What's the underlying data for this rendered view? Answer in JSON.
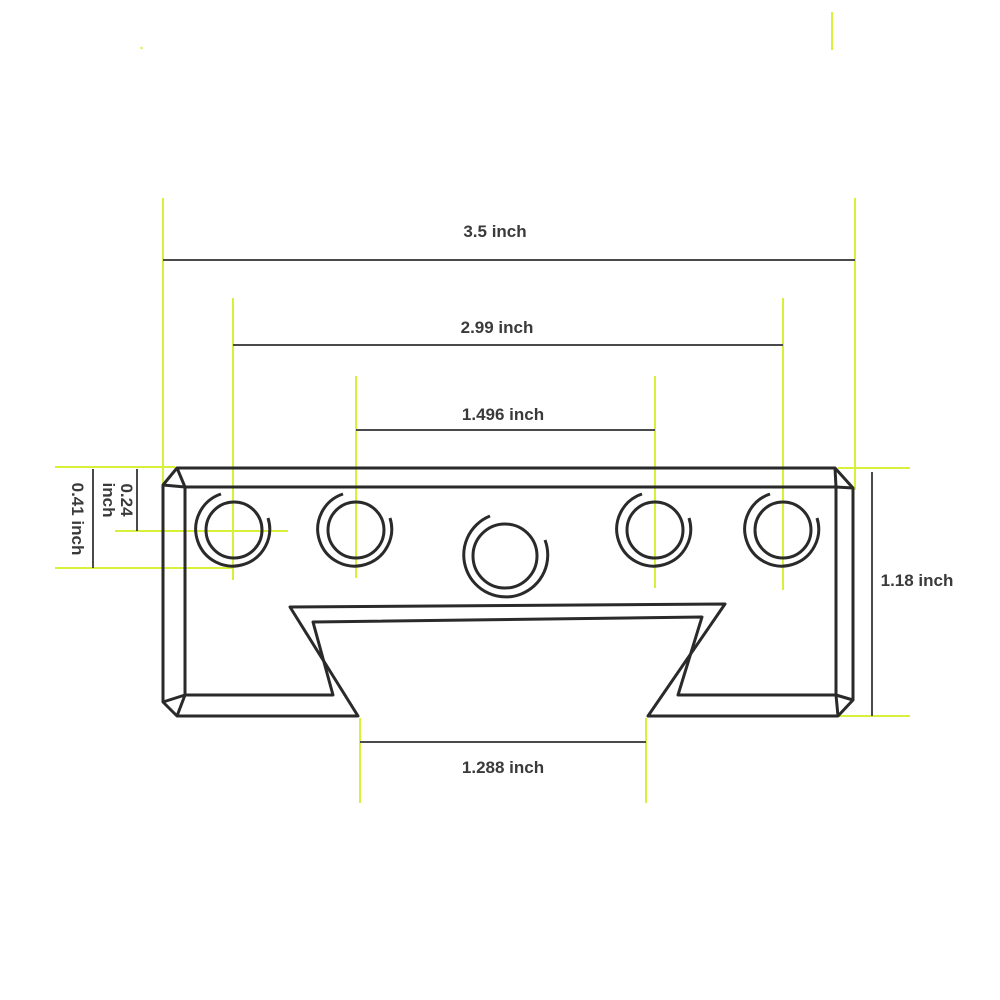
{
  "dimensions": {
    "overall_width": "3.5 inch",
    "outer_hole_spacing": "2.99 inch",
    "inner_hole_spacing": "1.496 inch",
    "notch_bottom_width": "1.288 inch",
    "height": "1.18 inch",
    "hole_offset_edge": "0.41 inch",
    "hole_center_offset_value": "0.24",
    "hole_center_offset_unit": "inch"
  },
  "colors": {
    "part_outline": "#2a2a2a",
    "dimension_line": "#4a4a4a",
    "extension_line": "#d8f03a"
  }
}
